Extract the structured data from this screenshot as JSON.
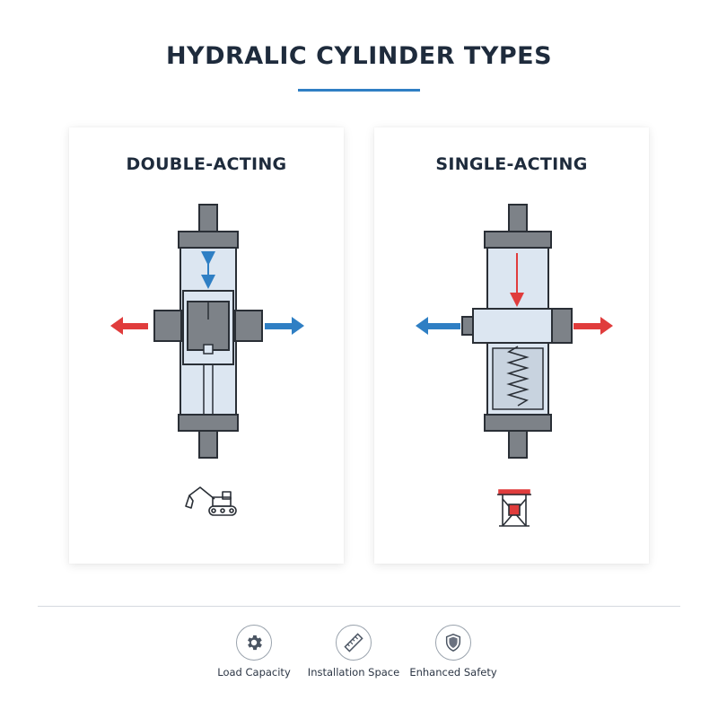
{
  "title": "HYDRALIC CYLINDER TYPES",
  "cards": [
    {
      "heading": "DOUBLE-ACTING",
      "application_icon": "excavator-icon"
    },
    {
      "heading": "SINGLE-ACTING",
      "application_icon": "press-icon"
    }
  ],
  "features": [
    {
      "label": "Load Capacity",
      "icon": "gear-icon"
    },
    {
      "label": "Installation Space",
      "icon": "ruler-icon"
    },
    {
      "label": "Enhanced Safety",
      "icon": "shield-icon"
    }
  ],
  "colors": {
    "accent_blue": "#2f7fc4",
    "accent_red": "#e03c3c",
    "body_fill": "#dce6f1",
    "dark_part": "#7d8288"
  }
}
